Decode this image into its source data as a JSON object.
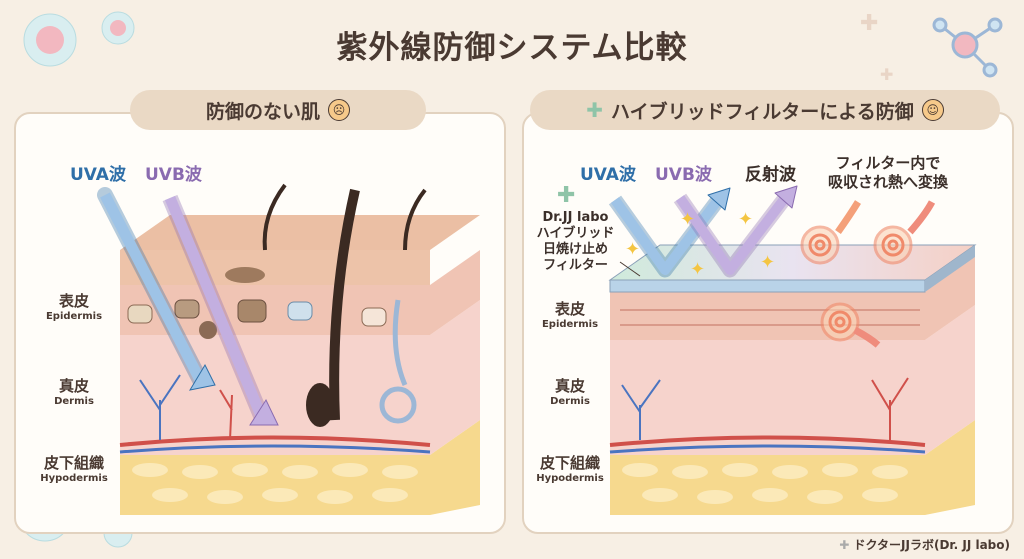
{
  "title": "紫外線防御システム比較",
  "left": {
    "header": "防御のない肌",
    "header_icon": "sad-face-icon",
    "uva": "UVA波",
    "uvb": "UVB波",
    "layers": [
      {
        "jp": "表皮",
        "en": "Epidermis"
      },
      {
        "jp": "真皮",
        "en": "Dermis"
      },
      {
        "jp": "皮下組織",
        "en": "Hypodermis"
      }
    ]
  },
  "right": {
    "header": "ハイブリッドフィルターによる防御",
    "header_icon": "smile-face-icon",
    "uva": "UVA波",
    "uvb": "UVB波",
    "reflect": "反射波",
    "absorb": [
      "フィルター内で",
      "吸収され熱へ変換"
    ],
    "filter_label": [
      "Dr.JJ labo",
      "ハイブリッド",
      "日焼け止め",
      "フィルター"
    ],
    "layers": [
      {
        "jp": "表皮",
        "en": "Epidermis"
      },
      {
        "jp": "真皮",
        "en": "Dermis"
      }
    ]
  },
  "credit": "ドクターJJラボ(Dr. JJ labo)",
  "colors": {
    "uva": "#2f6fa8",
    "uvb": "#8a6bb0",
    "text": "#4a3a32",
    "panel_border": "#e2d2bf"
  }
}
